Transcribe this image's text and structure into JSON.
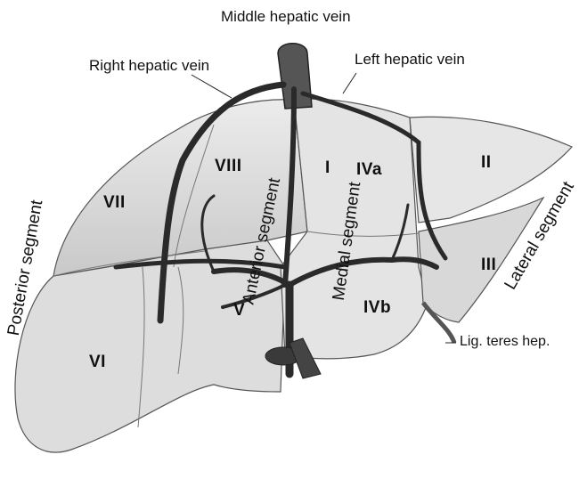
{
  "labels": {
    "middle_hepatic_vein": "Middle hepatic vein",
    "right_hepatic_vein": "Right hepatic vein",
    "left_hepatic_vein": "Left hepatic vein",
    "lig_teres_hep": "Lig. teres hep.",
    "posterior_segment": "Posterior segment",
    "anterior_segment": "Anterior segment",
    "medial_segment": "Medial segment",
    "lateral_segment": "Lateral segment"
  },
  "segments": {
    "I": "I",
    "II": "II",
    "III": "III",
    "IVa": "IVa",
    "IVb": "IVb",
    "V": "V",
    "VI": "VI",
    "VII": "VII",
    "VIII": "VIII"
  },
  "colors": {
    "liver_fill": "#e2e2e2",
    "liver_shade": "#cfcfcf",
    "vessel": "#2a2a2a",
    "outline": "#555555"
  }
}
